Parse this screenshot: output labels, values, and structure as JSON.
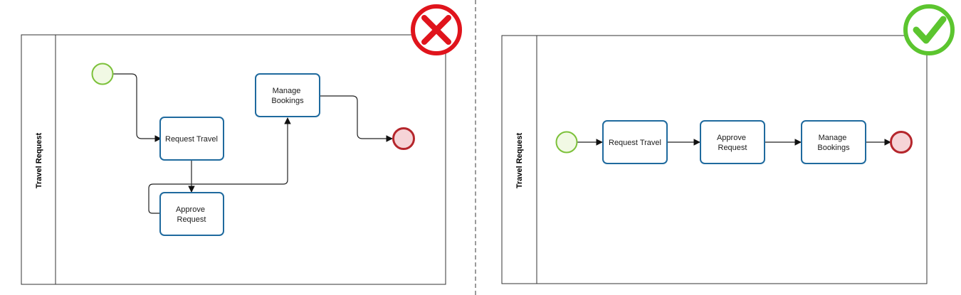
{
  "left_diagram": {
    "verdict": "incorrect",
    "verdict_icon": "red-x-icon",
    "lane_label": "Travel Request",
    "tasks": {
      "request_travel": [
        "Request Travel"
      ],
      "approve_request": [
        "Approve",
        "Request"
      ],
      "manage_bookings": [
        "Manage",
        "Bookings"
      ]
    }
  },
  "right_diagram": {
    "verdict": "correct",
    "verdict_icon": "green-check-icon",
    "lane_label": "Travel Request",
    "tasks": {
      "request_travel": [
        "Request Travel"
      ],
      "approve_request": [
        "Approve",
        "Request"
      ],
      "manage_bookings": [
        "Manage",
        "Bookings"
      ]
    }
  },
  "colors": {
    "task_border": "#1f6a9e",
    "start_event_stroke": "#7cc13a",
    "start_event_fill": "#f1f9e4",
    "end_event_stroke": "#b5262c",
    "end_event_fill": "#f6d4d7",
    "wrong_mark": "#e0141c",
    "right_mark": "#5cc52f"
  }
}
